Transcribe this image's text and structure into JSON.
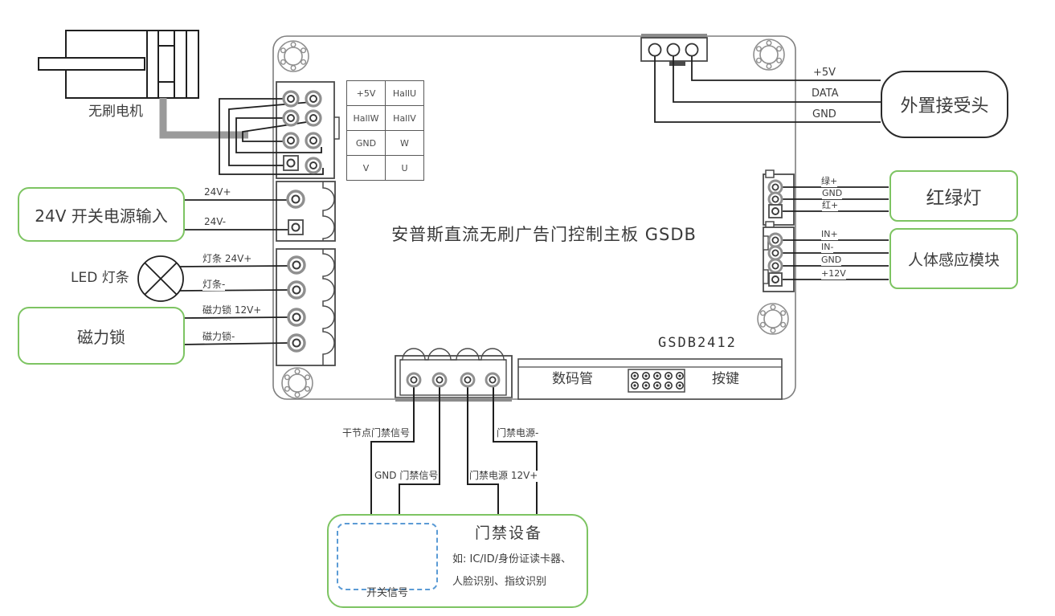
{
  "title": "安普斯直流无刷广告门控制主板 GSDB",
  "board": {
    "model": "GSDB2412",
    "seg_display": "数码管",
    "keys": "按键"
  },
  "pin_table": {
    "rows": [
      [
        "+5V",
        "HallU"
      ],
      [
        "HallW",
        "HallV"
      ],
      [
        "GND",
        "W"
      ],
      [
        "V",
        "U"
      ]
    ]
  },
  "motor": {
    "label": "无刷电机"
  },
  "power": {
    "box_label": "24V 开关电源输入",
    "wire_plus": "24V+",
    "wire_minus": "24V-"
  },
  "led": {
    "label": "LED 灯条",
    "wire_plus": "灯条 24V+",
    "wire_minus": "灯条-"
  },
  "maglock": {
    "box_label": "磁力锁",
    "wire_plus": "磁力锁 12V+",
    "wire_minus": "磁力锁-"
  },
  "receiver": {
    "box_label": "外置接受头",
    "wires": [
      "+5V",
      "DATA",
      "GND"
    ]
  },
  "traffic_light": {
    "box_label": "红绿灯",
    "wires": [
      "绿+",
      "GND",
      "红+"
    ]
  },
  "body_sensor": {
    "box_label": "人体感应模块",
    "wires": [
      "IN+",
      "IN-",
      "GND",
      "+12V"
    ]
  },
  "access": {
    "wire_dry": "干节点门禁信号",
    "wire_gnd": "GND 门禁信号",
    "wire_12v": "门禁电源 12V+",
    "wire_minus": "门禁电源-",
    "box_title": "门禁设备",
    "desc_line1": "如: IC/ID/身份证读卡器、",
    "desc_line2": "人脸识别、指纹识别",
    "switch_label": "开关信号"
  },
  "colors": {
    "green": "#7dc462",
    "blue": "#5b9bd5",
    "wire": "#1f1f1f",
    "board_outline": "#7f7f7f"
  }
}
